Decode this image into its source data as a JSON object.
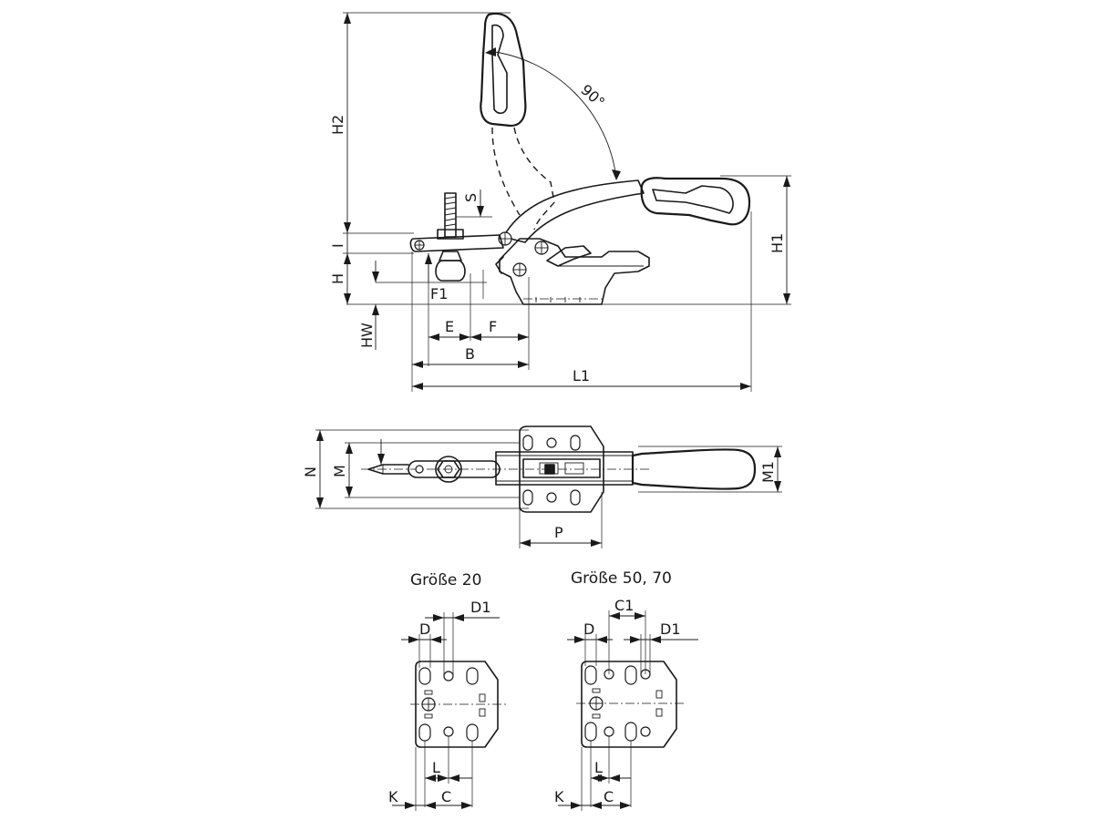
{
  "side_view": {
    "angle_label": "90°",
    "labels": {
      "H2": "H2",
      "H1": "H1",
      "S": "S",
      "I": "I",
      "H": "H",
      "F1": "F1",
      "HW": "HW",
      "E": "E",
      "F": "F",
      "B": "B",
      "L1": "L1"
    }
  },
  "top_view": {
    "labels": {
      "N": "N",
      "M": "M",
      "M1": "M1",
      "P": "P"
    }
  },
  "base_plates": [
    {
      "title": "Größe 20",
      "labels": {
        "D1": "D1",
        "D": "D",
        "L": "L",
        "K": "K",
        "C": "C"
      }
    },
    {
      "title": "Größe 50, 70",
      "labels": {
        "C1": "C1",
        "D": "D",
        "D1": "D1",
        "L": "L",
        "K": "K",
        "C": "C"
      }
    }
  ]
}
